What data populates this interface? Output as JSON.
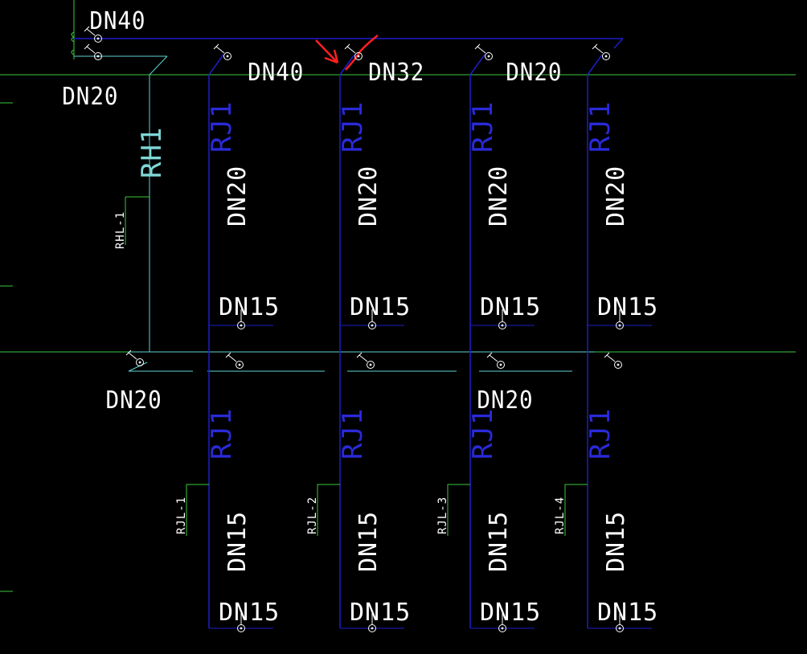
{
  "colors": {
    "background": "#000000",
    "axis_line": "#3cc83c",
    "pipe": "#1e1ec8",
    "riser_tag": "#2a2ad8",
    "branch_label_line": "#3cc83c",
    "return_pipe": "#5fd2d2",
    "text": "#ffffff",
    "highlight": "#ff2020"
  },
  "top_labels": {
    "main_dn40": "DN40",
    "left_dn20": "DN20",
    "seg1": "DN40",
    "seg2": "DN32",
    "seg3": "DN20"
  },
  "risers": [
    {
      "tag_top": "RJ1",
      "upper_size": "DN20",
      "mid_size": "DN15",
      "tag_bottom": "RJ1",
      "branch_tag": "RJL-1",
      "lower_size": "DN15",
      "end_size": "DN15"
    },
    {
      "tag_top": "RJ1",
      "upper_size": "DN20",
      "mid_size": "DN15",
      "tag_bottom": "RJ1",
      "branch_tag": "RJL-2",
      "lower_size": "DN15",
      "end_size": "DN15"
    },
    {
      "tag_top": "RJ1",
      "upper_size": "DN20",
      "mid_size": "DN15",
      "tag_bottom": "RJ1",
      "branch_tag": "RJL-3",
      "lower_size": "DN15",
      "end_size": "DN15"
    },
    {
      "tag_top": "RJ1",
      "upper_size": "DN20",
      "mid_size": "DN15",
      "tag_bottom": "RJ1",
      "branch_tag": "RJL-4",
      "lower_size": "DN15",
      "end_size": "DN15"
    }
  ],
  "return_riser": {
    "tag": "RH1",
    "branch_tag": "RHL-1"
  },
  "bottom_labels": {
    "left_dn20": "DN20",
    "mid_dn20": "DN20"
  }
}
